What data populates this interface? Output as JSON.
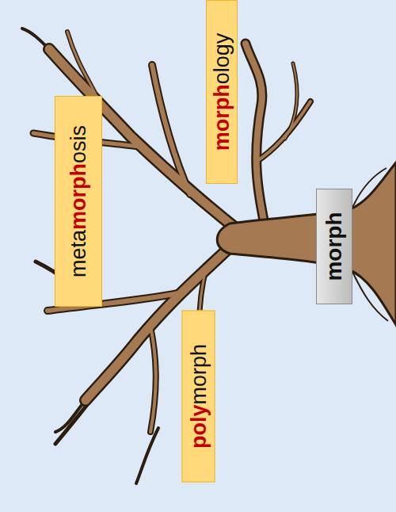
{
  "diagram": {
    "nodes": [
      {
        "text": [
          "morph"
        ]
      },
      {
        "text": [
          "polymorph"
        ]
      },
      {
        "text": [
          "metamorphosis"
        ]
      },
      {
        "text": [
          "morphology"
        ]
      }
    ]
  }
}
